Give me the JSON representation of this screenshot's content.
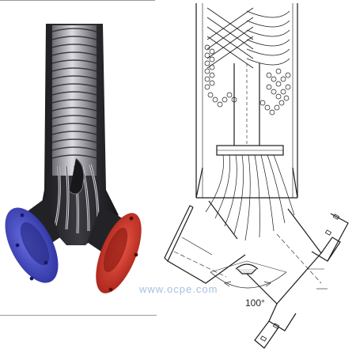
{
  "figure": {
    "left_panel": "photo-cutaway",
    "right_panel": "technical-drawing"
  },
  "drawing": {
    "angle_label": "100°"
  },
  "watermark": {
    "text": "www.ocpe.com"
  },
  "colors": {
    "blue_flange": "#4a4fc8",
    "red_flange": "#d33a2c",
    "metal_dark": "#2b2b2f",
    "metal_light": "#c8c8cc"
  }
}
